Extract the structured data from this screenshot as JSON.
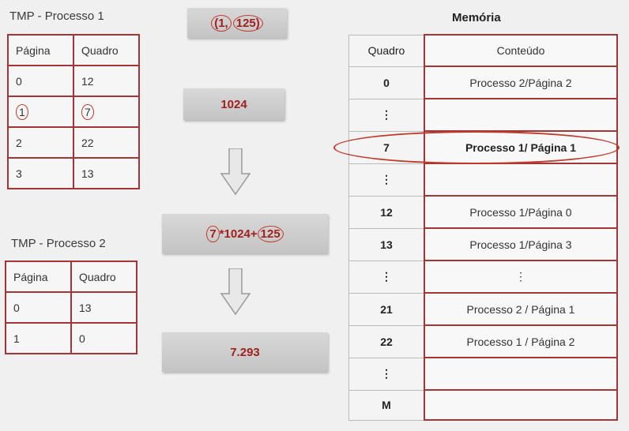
{
  "tmp1": {
    "title": "TMP - Processo 1",
    "headers": [
      "Página",
      "Quadro"
    ],
    "rows": [
      [
        "0",
        "12"
      ],
      [
        "1",
        "7"
      ],
      [
        "2",
        "22"
      ],
      [
        "3",
        "13"
      ]
    ]
  },
  "tmp2": {
    "title": "TMP - Processo 2",
    "headers": [
      "Página",
      "Quadro"
    ],
    "rows": [
      [
        "0",
        "13"
      ],
      [
        "1",
        "0"
      ]
    ]
  },
  "flow": {
    "address_open": "(",
    "address_page": "1,",
    "address_offset": "125",
    "address_close": ")",
    "page_size": "1024",
    "formula_frame": "7",
    "formula_middle": "*1024+",
    "formula_offset": "125",
    "result": "7.293"
  },
  "memory": {
    "title": "Memória",
    "headers": [
      "Quadro",
      "Conteúdo"
    ],
    "rows": [
      {
        "q": "0",
        "c": "Processo 2/Página 2"
      },
      {
        "q": "⋮",
        "c": ""
      },
      {
        "q": "7",
        "c": "Processo 1/ Página 1"
      },
      {
        "q": "⋮",
        "c": ""
      },
      {
        "q": "12",
        "c": "Processo 1/Página 0"
      },
      {
        "q": "13",
        "c": "Processo 1/Página 3"
      },
      {
        "q": "⋮",
        "c": "⋮"
      },
      {
        "q": "21",
        "c": "Processo 2 / Página 1"
      },
      {
        "q": "22",
        "c": "Processo 1 / Página 2"
      },
      {
        "q": "⋮",
        "c": ""
      },
      {
        "q": "M",
        "c": ""
      }
    ]
  }
}
